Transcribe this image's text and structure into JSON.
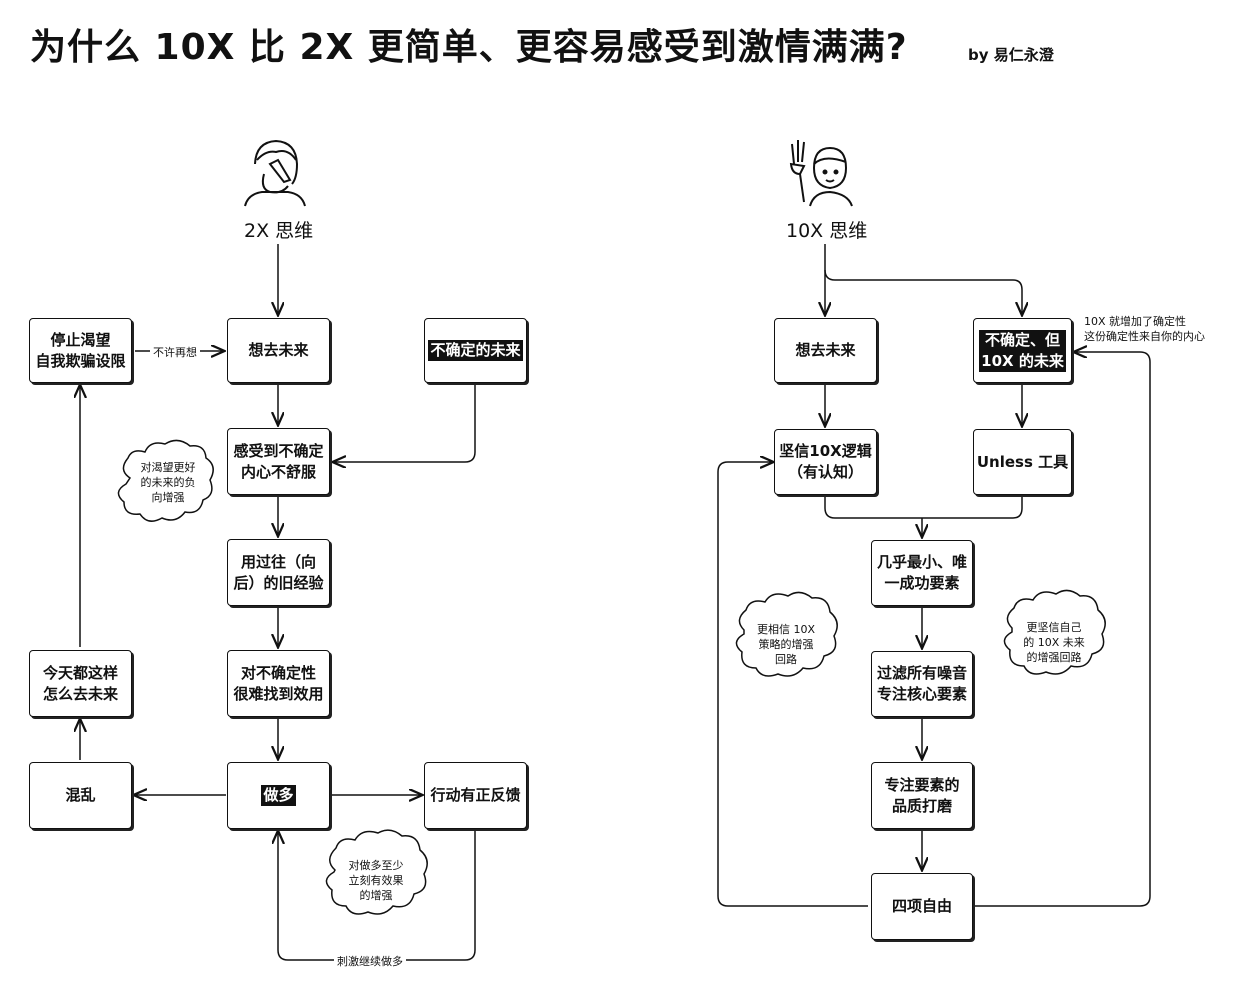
{
  "header": {
    "title": "为什么 10X 比 2X 更简单、更容易感受到激情满满?",
    "byline": "by 易仁永澄"
  },
  "left": {
    "head_label": "2X 思维",
    "stop": "停止渴望\n自我欺骗设限",
    "no_think": "不许再想",
    "think_future": "想去未来",
    "uncertain_future": "不确定的未来",
    "feel_uncertain": "感受到不确定\n内心不舒服",
    "cloud_negative": "对渴望更好\n的未来的负\n向增强",
    "old_experience": "用过往（向\n后）的旧经验",
    "hard_effect": "对不确定性\n很难找到效用",
    "do_more": "做多",
    "chaos": "混乱",
    "today_same": "今天都这样\n怎么去未来",
    "positive_feedback": "行动有正反馈",
    "cloud_reinforce": "对做多至少\n立刻有效果\n的增强",
    "stimulate": "刺激继续做多"
  },
  "right": {
    "head_label": "10X 思维",
    "think_future": "想去未来",
    "uncertain_10x": "不确定、但\n10X 的未来",
    "note": "10X 就增加了确定性\n这份确定性来自你的内心",
    "believe": "坚信10X逻辑\n（有认知）",
    "unless": "Unless 工具",
    "min_element": "几乎最小、唯\n一成功要素",
    "cloud_strategy": "更相信 10X\n策略的增强\n回路",
    "filter": "过滤所有噪音\n专注核心要素",
    "cloud_future": "更坚信自己\n的 10X 未来\n的增强回路",
    "quality": "专注要素的\n品质打磨",
    "freedom": "四项自由"
  }
}
